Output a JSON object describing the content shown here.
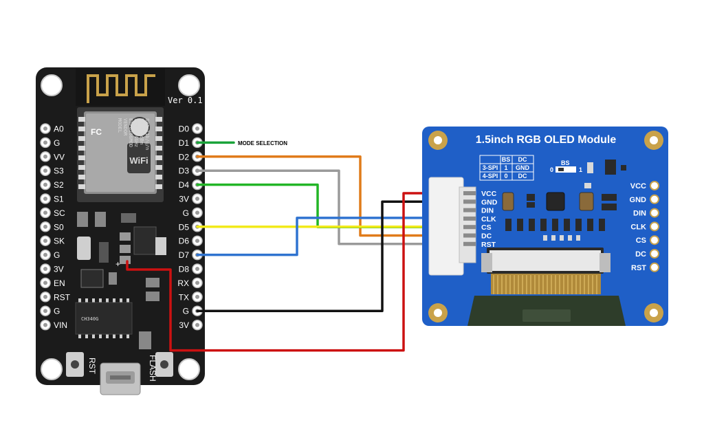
{
  "nodemcu": {
    "version": "Ver 0.1",
    "wifi_chip": {
      "lines": [
        "MODEL",
        "VENDOR",
        "ESP8266MOD",
        "ISM 2.4GHz",
        "PA +25dBm",
        "802.11b/g/n"
      ],
      "wifi_logo": "WiFi",
      "fcc_logo": "FC"
    },
    "left_pins": [
      "A0",
      "G",
      "VV",
      "S3",
      "S2",
      "S1",
      "SC",
      "S0",
      "SK",
      "G",
      "3V",
      "EN",
      "RST",
      "G",
      "VIN"
    ],
    "right_pins": [
      "D0",
      "D1",
      "D2",
      "D3",
      "D4",
      "3V",
      "G",
      "D5",
      "D6",
      "D7",
      "D8",
      "RX",
      "TX",
      "G",
      "3V"
    ],
    "usb_chip": "CH340G",
    "buttons": {
      "rst": "RST",
      "flash": "FLASH"
    },
    "polarity_mark": "+"
  },
  "oled": {
    "title": "1.5inch RGB OLED Module",
    "connector_pins": [
      "VCC",
      "GND",
      "DIN",
      "CLK",
      "CS",
      "DC",
      "RST"
    ],
    "header_pins": [
      "VCC",
      "GND",
      "DIN",
      "CLK",
      "CS",
      "DC",
      "RST"
    ],
    "bs_label": "BS",
    "bs_values": [
      "0",
      "1"
    ],
    "table": {
      "header": [
        "",
        "BS",
        "DC"
      ],
      "rows": [
        [
          "3-SPI",
          "1",
          "GND"
        ],
        [
          "4-SPI",
          "0",
          "DC"
        ]
      ]
    }
  },
  "annotations": {
    "mode_selection": "MODE SELECTION"
  },
  "wires": [
    {
      "from": "D1",
      "to": "MODE SELECTION",
      "color": "#1aa33a"
    },
    {
      "from": "D2",
      "to": "DC",
      "color": "#e07b1a"
    },
    {
      "from": "D3",
      "to": "RST",
      "color": "#9a9a9a"
    },
    {
      "from": "D4",
      "to": "CS",
      "color": "#22b526"
    },
    {
      "from": "D5",
      "to": "DIN",
      "color": "#f2ea1a"
    },
    {
      "from": "D7",
      "to": "CLK",
      "color": "#2f73d0"
    },
    {
      "from": "G",
      "to": "GND",
      "color": "#111111"
    },
    {
      "from": "3V",
      "to": "VCC",
      "color": "#cc1111"
    }
  ],
  "colors": {
    "board": "#1b1b1b",
    "module": "#1f5fc7",
    "module_dark": "#15489c"
  }
}
